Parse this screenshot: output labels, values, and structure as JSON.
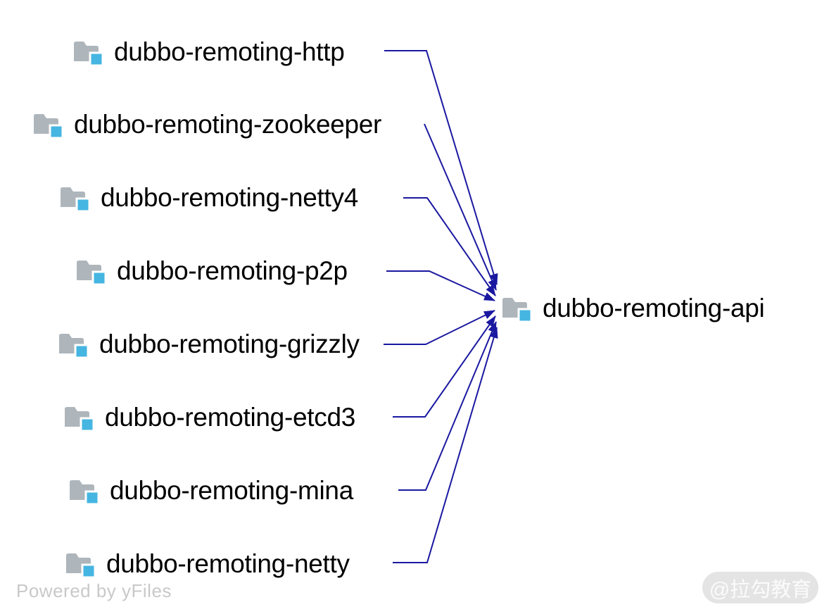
{
  "diagram": {
    "type": "dependency-graph",
    "nodes": [
      {
        "id": "dubbo-remoting-http",
        "label": "dubbo-remoting-http"
      },
      {
        "id": "dubbo-remoting-zookeeper",
        "label": "dubbo-remoting-zookeeper"
      },
      {
        "id": "dubbo-remoting-netty4",
        "label": "dubbo-remoting-netty4"
      },
      {
        "id": "dubbo-remoting-p2p",
        "label": "dubbo-remoting-p2p"
      },
      {
        "id": "dubbo-remoting-grizzly",
        "label": "dubbo-remoting-grizzly"
      },
      {
        "id": "dubbo-remoting-etcd3",
        "label": "dubbo-remoting-etcd3"
      },
      {
        "id": "dubbo-remoting-mina",
        "label": "dubbo-remoting-mina"
      },
      {
        "id": "dubbo-remoting-netty",
        "label": "dubbo-remoting-netty"
      },
      {
        "id": "dubbo-remoting-api",
        "label": "dubbo-remoting-api"
      }
    ],
    "edges": [
      {
        "from": "dubbo-remoting-http",
        "to": "dubbo-remoting-api"
      },
      {
        "from": "dubbo-remoting-zookeeper",
        "to": "dubbo-remoting-api"
      },
      {
        "from": "dubbo-remoting-netty4",
        "to": "dubbo-remoting-api"
      },
      {
        "from": "dubbo-remoting-p2p",
        "to": "dubbo-remoting-api"
      },
      {
        "from": "dubbo-remoting-grizzly",
        "to": "dubbo-remoting-api"
      },
      {
        "from": "dubbo-remoting-etcd3",
        "to": "dubbo-remoting-api"
      },
      {
        "from": "dubbo-remoting-mina",
        "to": "dubbo-remoting-api"
      },
      {
        "from": "dubbo-remoting-netty",
        "to": "dubbo-remoting-api"
      }
    ],
    "node_icon": "folder-icon"
  },
  "watermark": {
    "text": "Powered by yFiles"
  },
  "badge": {
    "text": "@拉勾教育"
  },
  "colors": {
    "edge": "#1a18a0",
    "folder-gray": "#aeb6bc",
    "folder-blue": "#45b5e2",
    "label-text": "#000000",
    "watermark-text": "#c9c9c9",
    "badge-bg": "#e4e4e4",
    "badge-text": "#fbfbfb"
  }
}
